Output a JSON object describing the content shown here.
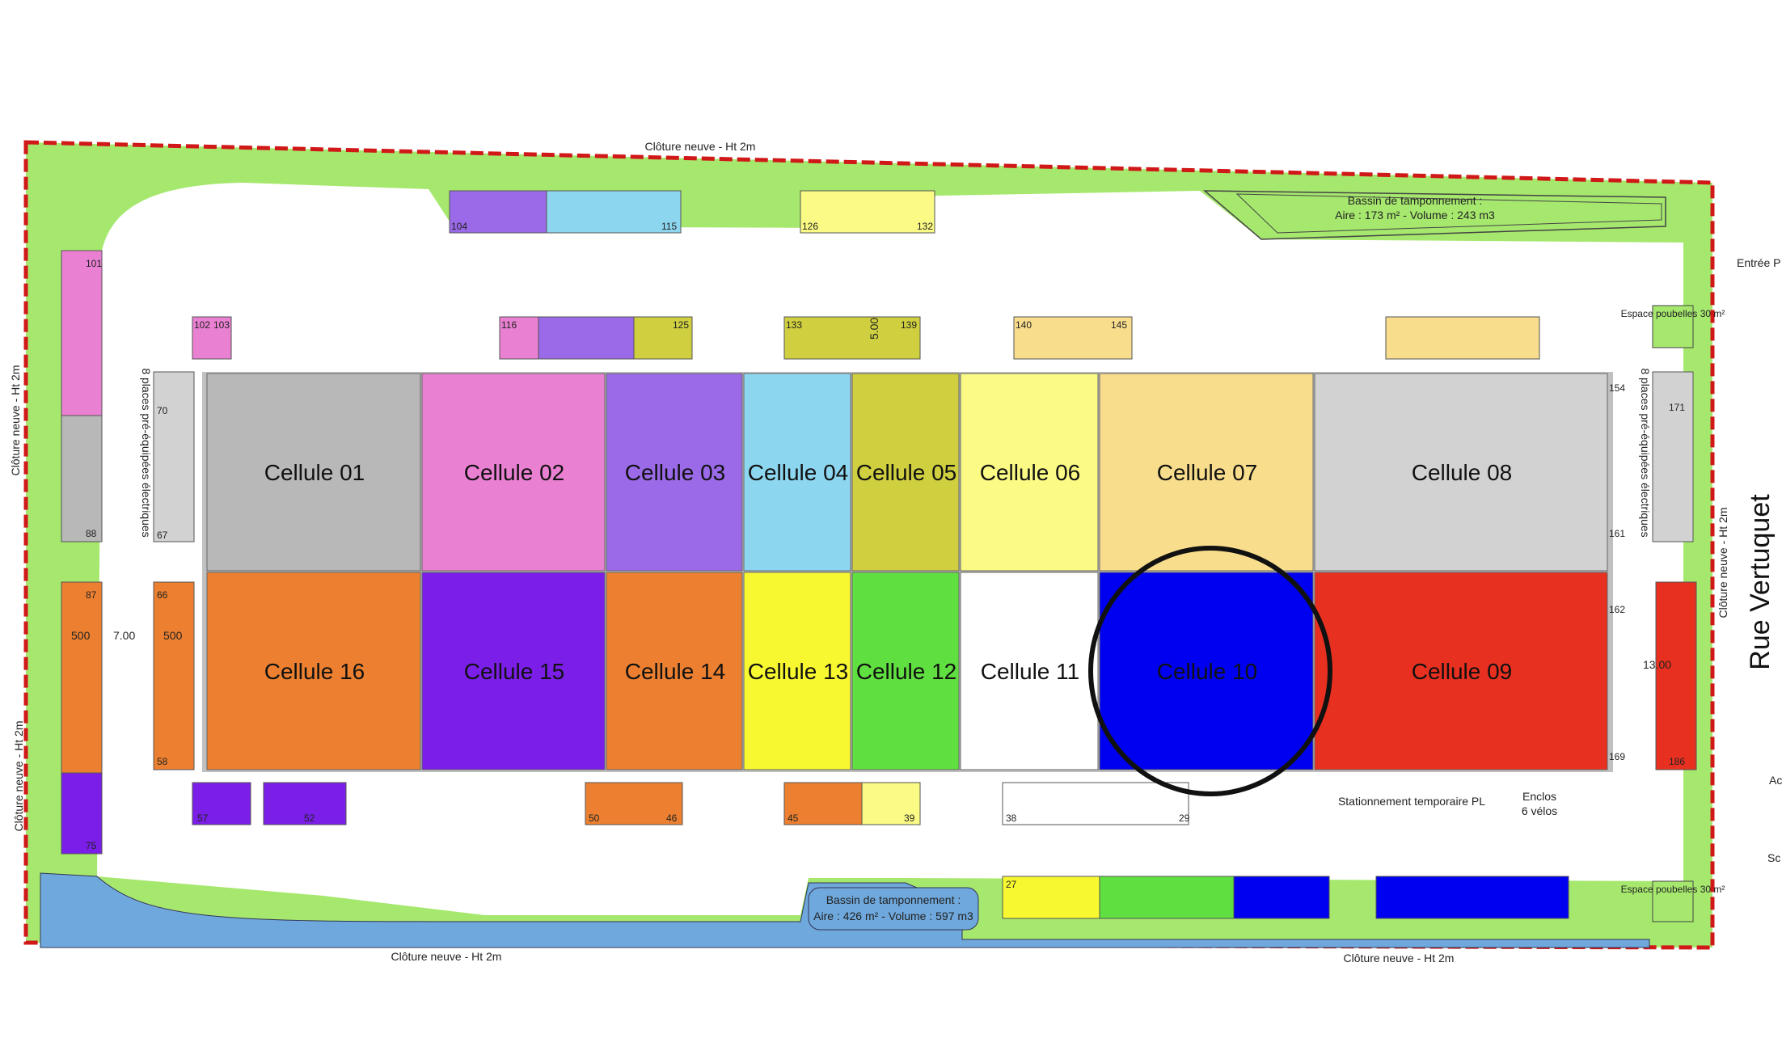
{
  "site": {
    "street": "Rue Vertuquet",
    "fence_top": "Clôture neuve - Ht 2m",
    "fence_bottom_left": "Clôture neuve - Ht 2m",
    "fence_bottom_right": "Clôture neuve - Ht 2m",
    "fence_left_top": "Clôture neuve - Ht 2m",
    "fence_left_bottom": "Clôture neuve - Ht 2m",
    "fence_right": "Clôture neuve - Ht 2m",
    "entry_label": "Entrée P",
    "exit_label_a": "Ac",
    "exit_label_b": "Sc",
    "dimension_left": "7.00",
    "dimension_500a": "500",
    "dimension_500b": "500",
    "dimension_right": "13.00",
    "dimension_top_mid": "5.00"
  },
  "basins": {
    "top": {
      "title": "Bassin de tamponnement :",
      "detail": "Aire : 173 m² - Volume : 243 m3"
    },
    "bottom": {
      "title": "Bassin de tamponnement :",
      "detail": "Aire : 426 m² - Volume : 597 m3"
    }
  },
  "annotations": {
    "ev_left": "8 places pré-équipées électriques",
    "ev_right": "8 places pré-équipées électriques",
    "waste_top": "Espace poubelles 30 m²",
    "waste_bottom": "Espace poubelles 30 m²",
    "truck_parking": "Stationnement temporaire PL",
    "bike_line1": "Enclos",
    "bike_line2": "6 vélos"
  },
  "cells": [
    {
      "label": "Cellule 01",
      "color": "#b8b8b8"
    },
    {
      "label": "Cellule 02",
      "color": "#ea80d2"
    },
    {
      "label": "Cellule 03",
      "color": "#9a6ae8"
    },
    {
      "label": "Cellule 04",
      "color": "#8dd6f0"
    },
    {
      "label": "Cellule 05",
      "color": "#cfcf40"
    },
    {
      "label": "Cellule 06",
      "color": "#fafa85"
    },
    {
      "label": "Cellule 07",
      "color": "#f8dd8c"
    },
    {
      "label": "Cellule 08",
      "color": "#d2d2d2"
    },
    {
      "label": "Cellule 16",
      "color": "#ec8030"
    },
    {
      "label": "Cellule 15",
      "color": "#7a1ee8"
    },
    {
      "label": "Cellule 14",
      "color": "#ec8030"
    },
    {
      "label": "Cellule 13",
      "color": "#f8f830"
    },
    {
      "label": "Cellule 12",
      "color": "#60e040"
    },
    {
      "label": "Cellule 11",
      "color": "#ffffff"
    },
    {
      "label": "Cellule 10",
      "color": "#0000f0"
    },
    {
      "label": "Cellule 09",
      "color": "#e83020"
    }
  ],
  "highlight": {
    "target": "Cellule 10"
  },
  "parking_numbers": {
    "n101": "101",
    "n88": "88",
    "n87": "87",
    "n75": "75",
    "n58": "58",
    "n66": "66",
    "n70": "70",
    "n67": "67",
    "n102": "102",
    "n103": "103",
    "n104": "104",
    "n115": "115",
    "n116": "116",
    "n125": "125",
    "n126": "126",
    "n132": "132",
    "n133": "133",
    "n139": "139",
    "n140": "140",
    "n145": "145",
    "n154": "154",
    "n161": "161",
    "n171": "171",
    "n162": "162",
    "n169": "169",
    "n186": "186",
    "n57": "57",
    "n52": "52",
    "n50": "50",
    "n46": "46",
    "n45": "45",
    "n39": "39",
    "n38": "38",
    "n29": "29",
    "n27": "27"
  },
  "colors": {
    "green": "#a6e86e",
    "fence": "#d01818",
    "water": "#6fa8dc",
    "highlight_ring": "#111111"
  }
}
